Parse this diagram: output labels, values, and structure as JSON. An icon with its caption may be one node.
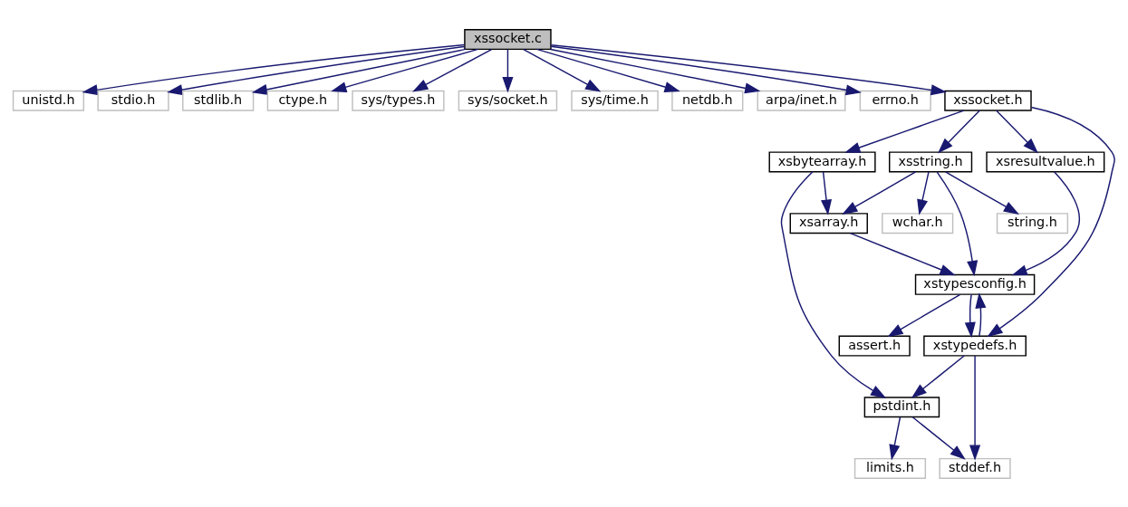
{
  "diagram": {
    "nodes": [
      {
        "text": [
          "xssocket.c"
        ]
      },
      {
        "text": [
          "unistd.h"
        ]
      },
      {
        "text": [
          "stdio.h"
        ]
      },
      {
        "text": [
          "stdlib.h"
        ]
      },
      {
        "text": [
          "ctype.h"
        ]
      },
      {
        "text": [
          "sys/types.h"
        ]
      },
      {
        "text": [
          "sys/socket.h"
        ]
      },
      {
        "text": [
          "sys/time.h"
        ]
      },
      {
        "text": [
          "netdb.h"
        ]
      },
      {
        "text": [
          "arpa/inet.h"
        ]
      },
      {
        "text": [
          "errno.h"
        ]
      },
      {
        "text": [
          "xssocket.h"
        ]
      },
      {
        "text": [
          "xsbytearray.h"
        ]
      },
      {
        "text": [
          "xsstring.h"
        ]
      },
      {
        "text": [
          "xsresultvalue.h"
        ]
      },
      {
        "text": [
          "xsarray.h"
        ]
      },
      {
        "text": [
          "string.h"
        ]
      },
      {
        "text": [
          "wchar.h"
        ]
      },
      {
        "text": [
          "xstypesconfig.h"
        ]
      },
      {
        "text": [
          "assert.h"
        ]
      },
      {
        "text": [
          "xstypedefs.h"
        ]
      },
      {
        "text": [
          "pstdint.h"
        ]
      },
      {
        "text": [
          "limits.h"
        ]
      },
      {
        "text": [
          "stddef.h"
        ]
      }
    ],
    "edges": [
      {
        "from": 0,
        "to": 1,
        "arrow": "to"
      },
      {
        "from": 0,
        "to": 2,
        "arrow": "to"
      },
      {
        "from": 0,
        "to": 3,
        "arrow": "to"
      },
      {
        "from": 0,
        "to": 4,
        "arrow": "to"
      },
      {
        "from": 0,
        "to": 5,
        "arrow": "to"
      },
      {
        "from": 0,
        "to": 6,
        "arrow": "to"
      },
      {
        "from": 0,
        "to": 7,
        "arrow": "to"
      },
      {
        "from": 0,
        "to": 8,
        "arrow": "to"
      },
      {
        "from": 0,
        "to": 9,
        "arrow": "to"
      },
      {
        "from": 0,
        "to": 10,
        "arrow": "to"
      },
      {
        "from": 0,
        "to": 11,
        "arrow": "to"
      },
      {
        "from": 11,
        "to": 12,
        "arrow": "to"
      },
      {
        "from": 11,
        "to": 13,
        "arrow": "to"
      },
      {
        "from": 11,
        "to": 14,
        "arrow": "to"
      },
      {
        "from": 11,
        "to": 20,
        "arrow": "to"
      },
      {
        "from": 12,
        "to": 15,
        "arrow": "to"
      },
      {
        "from": 12,
        "to": 21,
        "arrow": "to"
      },
      {
        "from": 13,
        "to": 15,
        "arrow": "to"
      },
      {
        "from": 13,
        "to": 16,
        "arrow": "to"
      },
      {
        "from": 13,
        "to": 18,
        "arrow": "to"
      },
      {
        "from": 13,
        "to": 17,
        "arrow": "to"
      },
      {
        "from": 14,
        "to": 18,
        "arrow": "to"
      },
      {
        "from": 15,
        "to": 18,
        "arrow": "to"
      },
      {
        "from": 18,
        "to": 19,
        "arrow": "to"
      },
      {
        "from": 18,
        "to": 20,
        "arrow": "to"
      },
      {
        "from": 20,
        "to": 18,
        "arrow": "to"
      },
      {
        "from": 20,
        "to": 21,
        "arrow": "to"
      },
      {
        "from": 20,
        "to": 23,
        "arrow": "to"
      },
      {
        "from": 21,
        "to": 22,
        "arrow": "to"
      },
      {
        "from": 21,
        "to": 23,
        "arrow": "to"
      }
    ]
  }
}
